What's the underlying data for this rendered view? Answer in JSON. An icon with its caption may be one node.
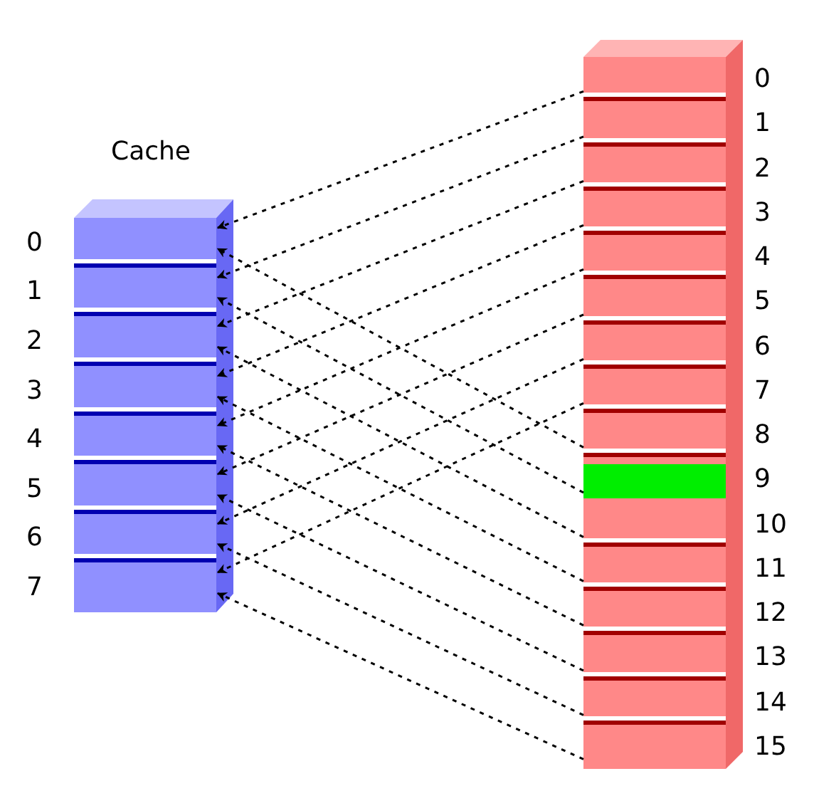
{
  "diagram": {
    "nodes": [
      {
        "text": [
          "Cache"
        ]
      },
      {
        "text": [],
        "shape": "box",
        "in": 0,
        "beside": [
          "0"
        ]
      },
      {
        "text": [],
        "shape": "box",
        "in": 0,
        "beside": [
          "1"
        ]
      },
      {
        "text": [],
        "shape": "box",
        "in": 0,
        "beside": [
          "2"
        ]
      },
      {
        "text": [],
        "shape": "box",
        "in": 0,
        "beside": [
          "3"
        ]
      },
      {
        "text": [],
        "shape": "box",
        "in": 0,
        "beside": [
          "4"
        ]
      },
      {
        "text": [],
        "shape": "box",
        "in": 0,
        "beside": [
          "5"
        ]
      },
      {
        "text": [],
        "shape": "box",
        "in": 0,
        "beside": [
          "6"
        ]
      },
      {
        "text": [],
        "shape": "box",
        "in": 0,
        "beside": [
          "7"
        ]
      },
      {
        "text": [],
        "shape": "box"
      },
      {
        "text": [],
        "shape": "box",
        "in": 9,
        "beside": [
          "0"
        ]
      },
      {
        "text": [],
        "shape": "box",
        "in": 9,
        "beside": [
          "1"
        ]
      },
      {
        "text": [],
        "shape": "box",
        "in": 9,
        "beside": [
          "2"
        ]
      },
      {
        "text": [],
        "shape": "box",
        "in": 9,
        "beside": [
          "3"
        ]
      },
      {
        "text": [],
        "shape": "box",
        "in": 9,
        "beside": [
          "4"
        ]
      },
      {
        "text": [],
        "shape": "box",
        "in": 9,
        "beside": [
          "5"
        ]
      },
      {
        "text": [],
        "shape": "box",
        "in": 9,
        "beside": [
          "6"
        ]
      },
      {
        "text": [],
        "shape": "box",
        "in": 9,
        "beside": [
          "7"
        ]
      },
      {
        "text": [],
        "shape": "box",
        "in": 9,
        "beside": [
          "8"
        ]
      },
      {
        "text": [],
        "shape": "box",
        "in": 9,
        "beside": [
          "9"
        ]
      },
      {
        "text": [],
        "shape": "box",
        "in": 9,
        "beside": [
          "10"
        ]
      },
      {
        "text": [],
        "shape": "box",
        "in": 9,
        "beside": [
          "11"
        ]
      },
      {
        "text": [],
        "shape": "box",
        "in": 9,
        "beside": [
          "12"
        ]
      },
      {
        "text": [],
        "shape": "box",
        "in": 9,
        "beside": [
          "13"
        ]
      },
      {
        "text": [],
        "shape": "box",
        "in": 9,
        "beside": [
          "14"
        ]
      },
      {
        "text": [],
        "shape": "box",
        "in": 9,
        "beside": [
          "15"
        ]
      }
    ],
    "edges": [
      {
        "from": 10,
        "to": 1,
        "arrow": "to",
        "style": "dashed"
      },
      {
        "from": 11,
        "to": 2,
        "arrow": "to",
        "style": "dashed"
      },
      {
        "from": 12,
        "to": 3,
        "arrow": "to",
        "style": "dashed"
      },
      {
        "from": 13,
        "to": 4,
        "arrow": "to",
        "style": "dashed"
      },
      {
        "from": 14,
        "to": 5,
        "arrow": "to",
        "style": "dashed"
      },
      {
        "from": 15,
        "to": 6,
        "arrow": "to",
        "style": "dashed"
      },
      {
        "from": 16,
        "to": 7,
        "arrow": "to",
        "style": "dashed"
      },
      {
        "from": 17,
        "to": 8,
        "arrow": "to",
        "style": "dashed"
      },
      {
        "from": 18,
        "to": 1,
        "arrow": "to",
        "style": "dashed"
      },
      {
        "from": 19,
        "to": 2,
        "arrow": "to",
        "style": "dashed"
      },
      {
        "from": 20,
        "to": 3,
        "arrow": "to",
        "style": "dashed"
      },
      {
        "from": 21,
        "to": 4,
        "arrow": "to",
        "style": "dashed"
      },
      {
        "from": 22,
        "to": 5,
        "arrow": "to",
        "style": "dashed"
      },
      {
        "from": 23,
        "to": 6,
        "arrow": "to",
        "style": "dashed"
      },
      {
        "from": 24,
        "to": 7,
        "arrow": "to",
        "style": "dashed"
      },
      {
        "from": 25,
        "to": 8,
        "arrow": "to",
        "style": "dashed"
      }
    ]
  }
}
